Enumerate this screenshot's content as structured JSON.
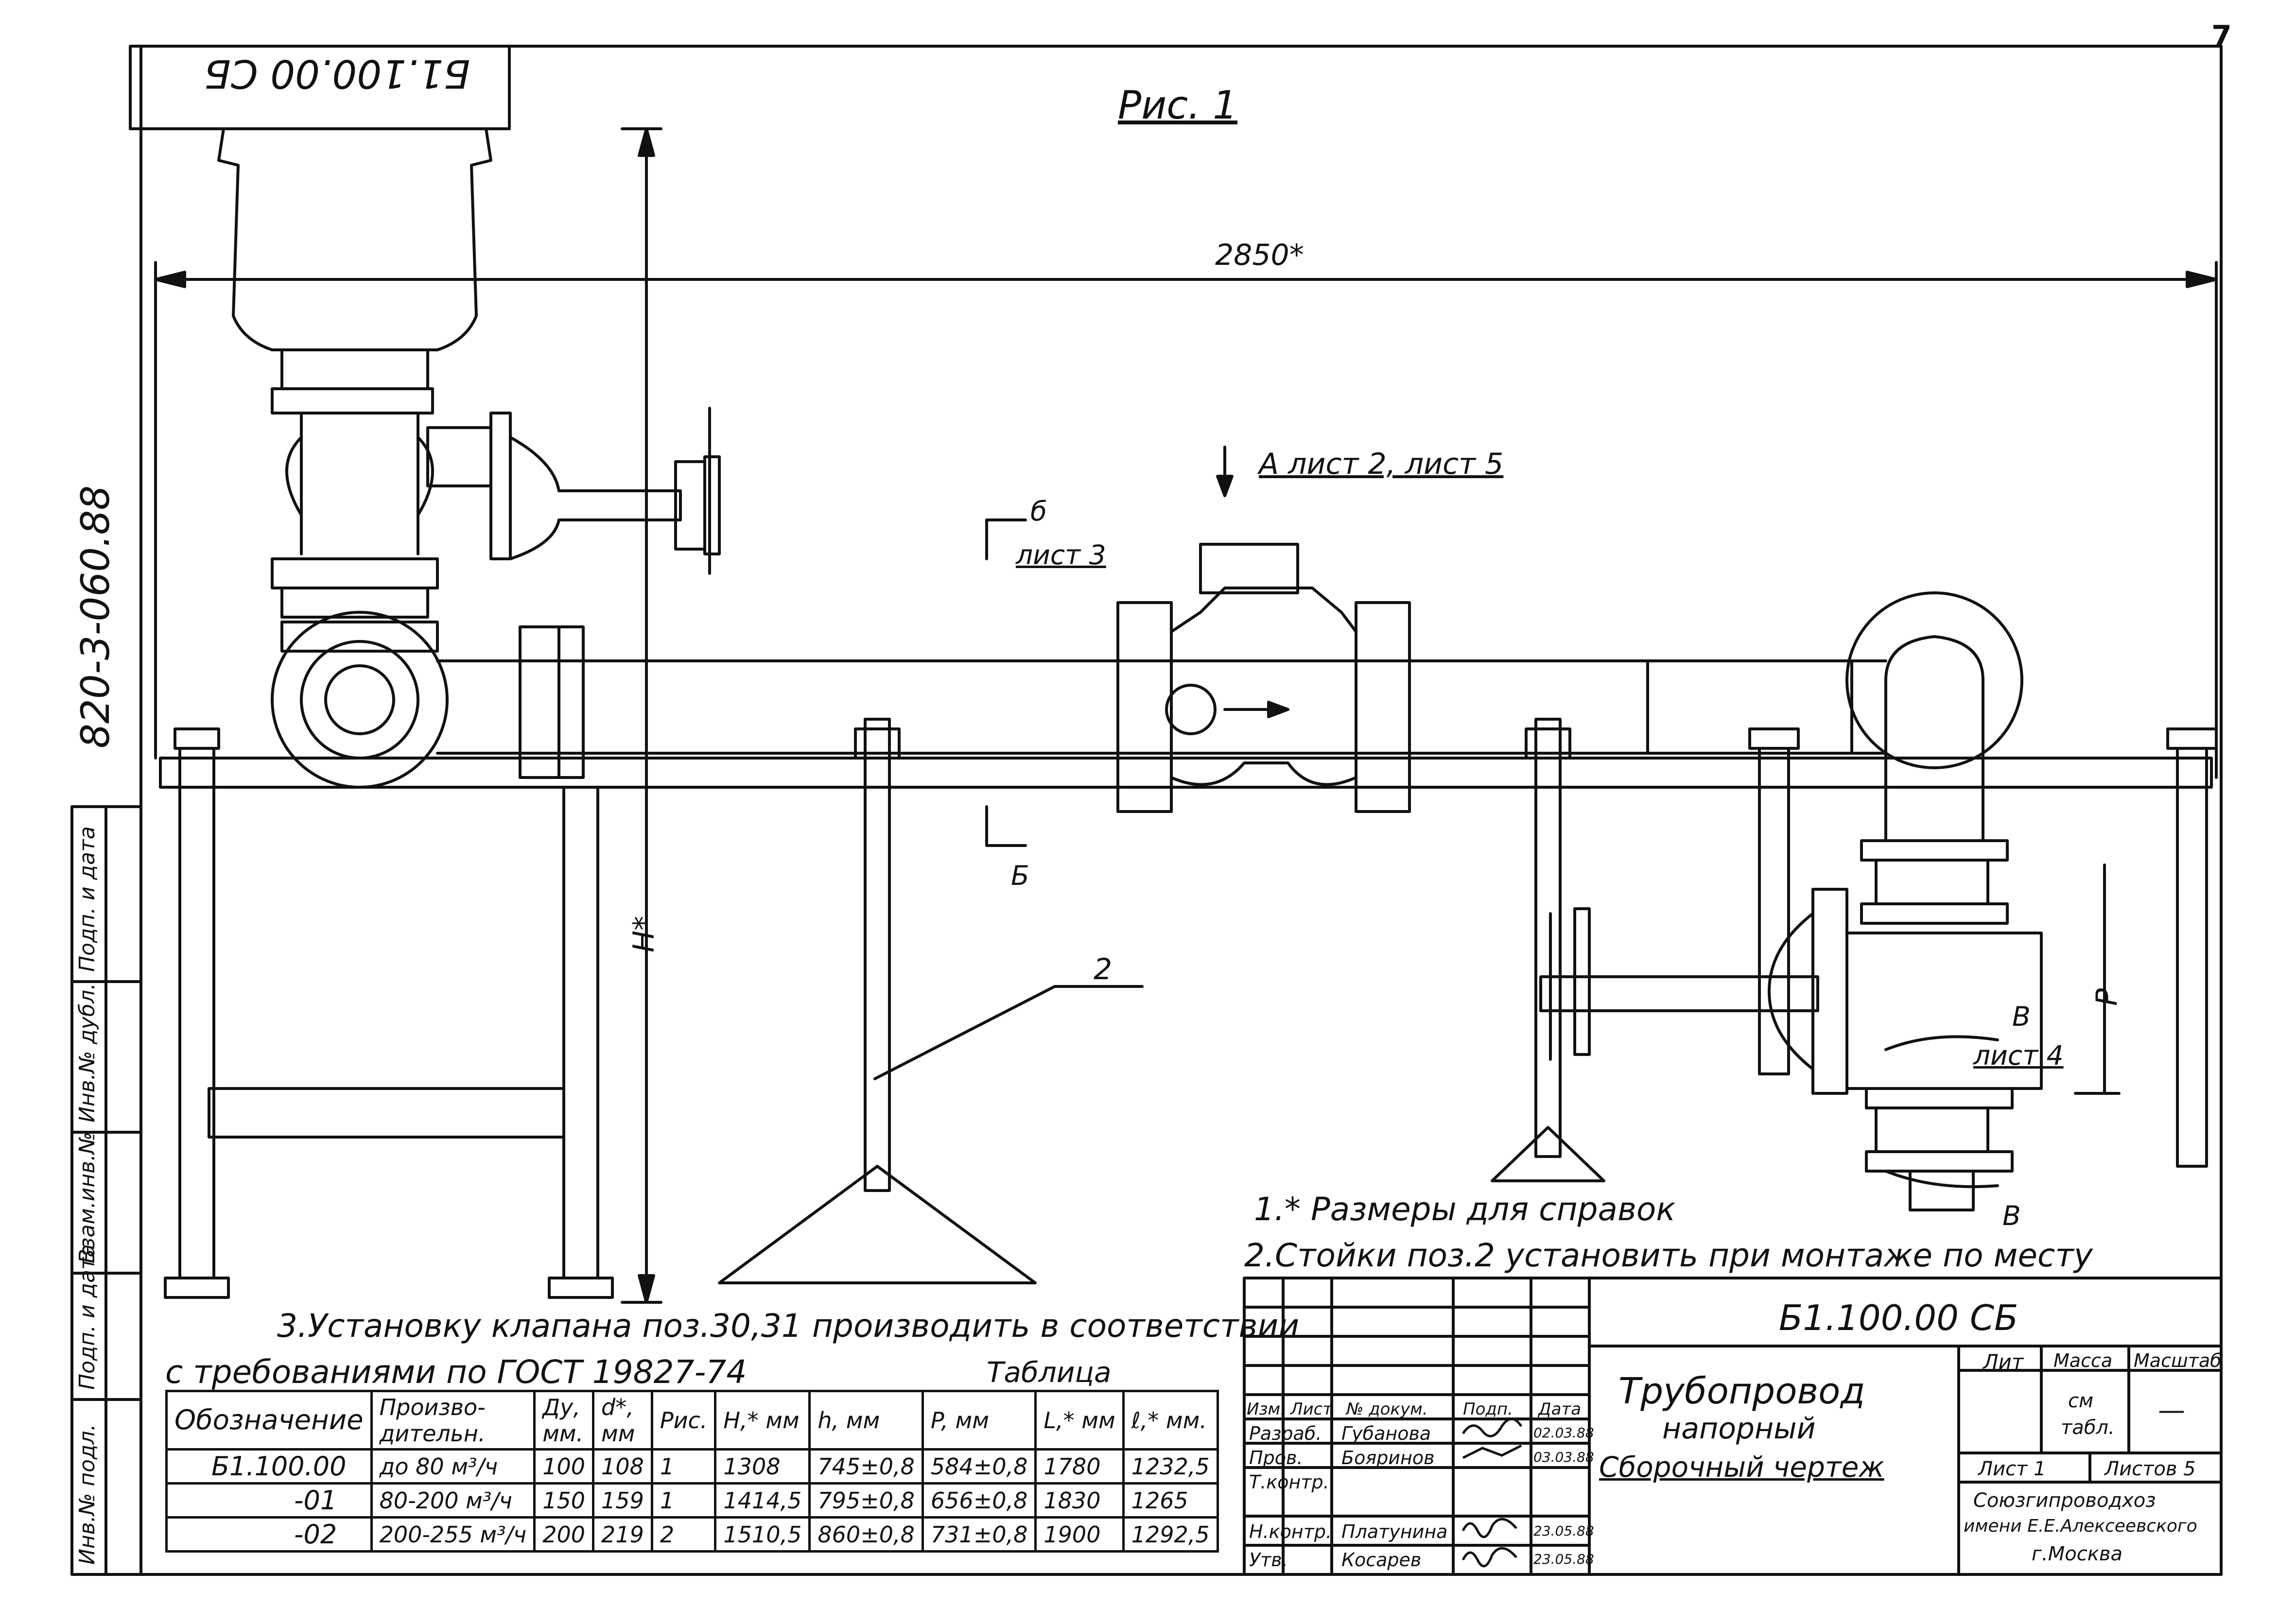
{
  "sheet_number": "7",
  "corner_designation": "Б1.100.00 СБ",
  "album_code": "820-3-060.88",
  "figure_title": "Рис. 1",
  "dimensions": {
    "overall_length": "2850*",
    "height": "H*",
    "p": "P"
  },
  "section_marks": {
    "a": "А лист 2, лист 5",
    "b_letter_top": "б",
    "b_sheet": "лист 3",
    "b_letter_bottom": "Б",
    "v_letter_top": "В",
    "v_sheet": "лист 4",
    "v_letter_bottom": "В"
  },
  "position_callout": "2",
  "notes": [
    "1.* Размеры для справок",
    "2.Стойки поз.2  установить при монтаже по месту",
    "3.Установку клапана  поз.30,31  производить в соответствии",
    "с требованиями   по ГОСТ 19827-74"
  ],
  "table": {
    "caption": "Таблица",
    "headers": [
      "Обозначение",
      "Произво-дительн.",
      "Ду, мм.",
      "d*, мм",
      "Рис.",
      "H,* мм",
      "h, мм",
      "P, мм",
      "L,* мм",
      "ℓ,* мм."
    ],
    "rows": [
      [
        "Б1.100.00",
        "до 80 м³/ч",
        "100",
        "108",
        "1",
        "1308",
        "745±0,8",
        "584±0,8",
        "1780",
        "1232,5"
      ],
      [
        "-01",
        "80-200 м³/ч",
        "150",
        "159",
        "1",
        "1414,5",
        "795±0,8",
        "656±0,8",
        "1830",
        "1265"
      ],
      [
        "-02",
        "200-255 м³/ч",
        "200",
        "219",
        "2",
        "1510,5",
        "860±0,8",
        "731±0,8",
        "1900",
        "1292,5"
      ]
    ]
  },
  "side_stamp": [
    "Инв.№ подл.",
    "Подп. и дата",
    "Взам.инв.№",
    "Инв.№ дубл.",
    "Подп. и дата"
  ],
  "title_block": {
    "designation": "Б1.100.00 СБ",
    "title_line1": "Трубопровод",
    "title_line2": "напорный",
    "title_line3": "Сборочный чертеж",
    "col_headers": [
      "Изм.",
      "Лист",
      "№ докум.",
      "Подп.",
      "Дата"
    ],
    "roles": [
      {
        "role": "Разраб.",
        "name": "Губанова",
        "date": "02.03.88"
      },
      {
        "role": "Пров.",
        "name": "Бояринов",
        "date": "03.03.88"
      },
      {
        "role": "Т.контр.",
        "name": "",
        "date": ""
      },
      {
        "role": "Н.контр.",
        "name": "Платунина",
        "date": "23.05.88"
      },
      {
        "role": "Утв.",
        "name": "Косарев",
        "date": "23.05.88"
      }
    ],
    "lit": "Лит",
    "mass": "Масса",
    "scale": "Масштаб",
    "mass_value_line1": "см",
    "mass_value_line2": "табл.",
    "scale_value": "—",
    "sheet": "Лист 1",
    "sheets": "Листов 5",
    "org_line1": "Союзгипроводхоз",
    "org_line2": "имени Е.Е.Алексеевского",
    "org_line3": "г.Москва"
  }
}
